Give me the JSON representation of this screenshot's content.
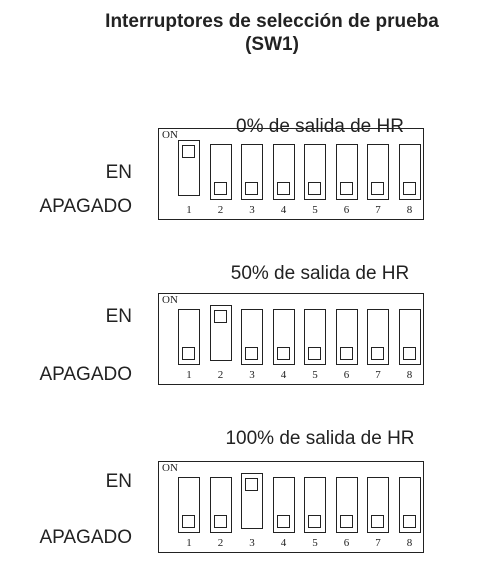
{
  "title": {
    "line1": "Interruptores de selección de prueba",
    "line2": "(SW1)"
  },
  "settings": [
    {
      "label": "0% de salida de HR",
      "on_label": "EN",
      "off_label": "APAGADO",
      "dip_on_text": "ON",
      "switches": [
        "on",
        "off",
        "off",
        "off",
        "off",
        "off",
        "off",
        "off"
      ]
    },
    {
      "label": "50% de salida de HR",
      "on_label": "EN",
      "off_label": "APAGADO",
      "dip_on_text": "ON",
      "switches": [
        "off",
        "on",
        "off",
        "off",
        "off",
        "off",
        "off",
        "off"
      ]
    },
    {
      "label": "100% de salida de HR",
      "on_label": "EN",
      "off_label": "APAGADO",
      "dip_on_text": "ON",
      "switches": [
        "off",
        "off",
        "on",
        "off",
        "off",
        "off",
        "off",
        "off"
      ]
    }
  ],
  "switch_numbers": [
    "1",
    "2",
    "3",
    "4",
    "5",
    "6",
    "7",
    "8"
  ]
}
